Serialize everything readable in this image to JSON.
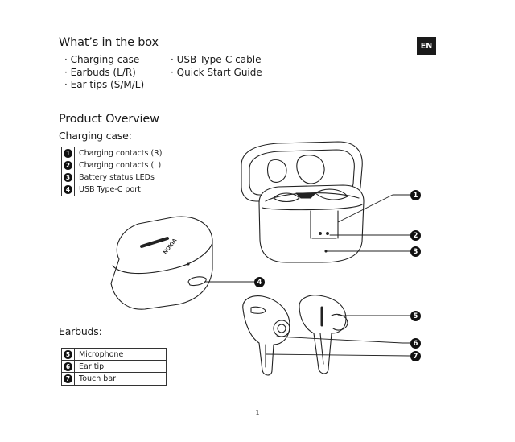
{
  "language_badge": "EN",
  "box": {
    "title": "What’s in the box",
    "col1": [
      "Charging case",
      "Earbuds (L/R)",
      "Ear tips (S/M/L)"
    ],
    "col2": [
      "USB Type-C cable",
      "Quick Start Guide"
    ]
  },
  "overview": {
    "title": "Product Overview",
    "case_heading": "Charging case:",
    "case_parts": [
      {
        "n": "1",
        "label": "Charging contacts (R)"
      },
      {
        "n": "2",
        "label": "Charging contacts (L)"
      },
      {
        "n": "3",
        "label": "Battery status LEDs"
      },
      {
        "n": "4",
        "label": "USB Type-C port"
      }
    ],
    "earbuds_heading": "Earbuds:",
    "earbud_parts": [
      {
        "n": "5",
        "label": "Microphone"
      },
      {
        "n": "6",
        "label": "Ear tip"
      },
      {
        "n": "7",
        "label": "Touch bar"
      }
    ]
  },
  "brand_logo": "NOKIA",
  "page_number": "1"
}
